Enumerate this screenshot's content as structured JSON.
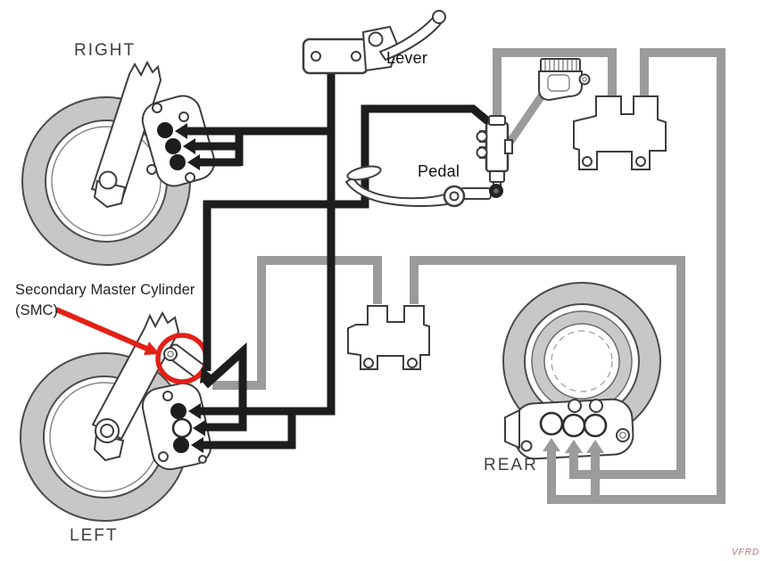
{
  "diagram": {
    "labels": {
      "front_right": "RIGHT",
      "front_left": "LEFT",
      "rear": "REAR",
      "lever": "Lever",
      "pedal": "Pedal",
      "smc_line1": "Secondary Master Cylinder",
      "smc_line2": "(SMC)"
    },
    "watermark": "VFRD",
    "colors": {
      "line_black": "#1d1d1d",
      "line_gray": "#9b9b9b",
      "red": "#e32017",
      "tire": "#c7c7c7",
      "outline": "#3d3d3d",
      "label": "#3f3f3f"
    }
  }
}
